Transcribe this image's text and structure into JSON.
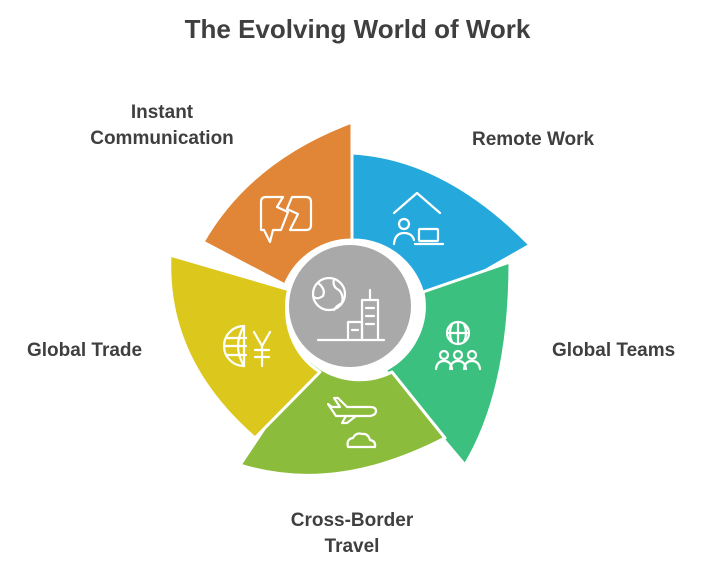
{
  "title": "The Evolving World of Work",
  "segments": [
    {
      "key": "remote",
      "label_lines": [
        "Remote Work"
      ],
      "color": "#25a9dc",
      "icon": "house-person-laptop-icon"
    },
    {
      "key": "teams",
      "label_lines": [
        "Global Teams"
      ],
      "color": "#3cc07f",
      "icon": "globe-people-icon"
    },
    {
      "key": "travel",
      "label_lines": [
        "Cross-Border",
        "Travel"
      ],
      "color": "#8cbc3b",
      "icon": "airplane-cloud-icon"
    },
    {
      "key": "trade",
      "label_lines": [
        "Global Trade"
      ],
      "color": "#dcc81c",
      "icon": "globe-yen-icon"
    },
    {
      "key": "instant",
      "label_lines": [
        "Instant",
        "Communication"
      ],
      "color": "#e08636",
      "icon": "broken-chat-bubble-icon"
    }
  ],
  "center": {
    "color": "#a9a9a9",
    "icon": "globe-city-icon"
  }
}
